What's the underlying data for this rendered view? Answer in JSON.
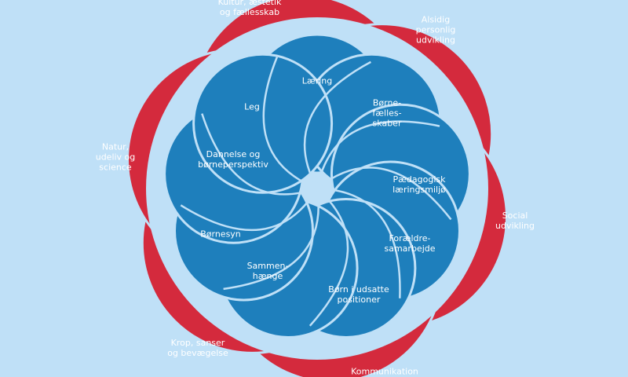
{
  "colors": {
    "background": "#bfe0f7",
    "outer_petals": "#d42a3d",
    "inner_petals": "#1e7fbc",
    "inner_ring": "#bfe0f7",
    "separator": "#bfe0f7",
    "label_text": "#ffffff"
  },
  "outer_labels": [
    {
      "id": "kultur",
      "text": "Kultur, æstetik\nog fællesskab"
    },
    {
      "id": "alsidig",
      "text": "Alsidig\npersonlig\nudvikling"
    },
    {
      "id": "social",
      "text": "Social\nudvikling"
    },
    {
      "id": "kommunikation",
      "text": "Kommunikation"
    },
    {
      "id": "krop",
      "text": "Krop, sanser\nog bevægelse"
    },
    {
      "id": "natur",
      "text": "Natur,\nudeliv og\nscience"
    }
  ],
  "inner_labels": [
    {
      "id": "laering",
      "text": "Læring"
    },
    {
      "id": "bornefaellesskaber",
      "text": "Børne-\nfælles-\nskaber"
    },
    {
      "id": "paedagogisk",
      "text": "Pædagogisk\nlæringsmiljø"
    },
    {
      "id": "foraeldre",
      "text": "Forældre-\nsamarbejde"
    },
    {
      "id": "udsatte",
      "text": "Børn i udsatte\npositioner"
    },
    {
      "id": "sammenhaenge",
      "text": "Sammen-\nhænge"
    },
    {
      "id": "bornesyn",
      "text": "Børnesyn"
    },
    {
      "id": "dannelse",
      "text": "Dannelse og\nbørneperspektiv"
    },
    {
      "id": "leg",
      "text": "Leg"
    }
  ]
}
